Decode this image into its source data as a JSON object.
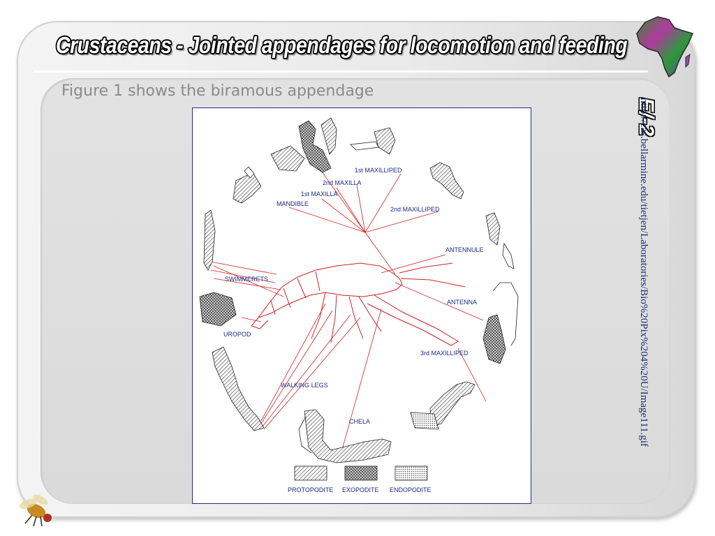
{
  "slide": {
    "title": "Crustaceans - Jointed appendages for locomotion and feeding",
    "subtitle": "Figure 1 shows the biramous appendage",
    "slide_number": "E/-2",
    "source_url": "http://cas.bellarmine.edu/tietjen/Laboratories/Bio%20Pix%204%20U/Image111.gif"
  },
  "figure": {
    "labels": {
      "first_maxilliped": "1st MAXILLIPED",
      "second_maxilla": "2nd MAXILLA",
      "first_maxilla": "1st MAXILLA",
      "mandible": "MANDIBLE",
      "second_maxilliped": "2nd MAXILLIPED",
      "antennule": "ANTENNULE",
      "swimmerets": "SWIMMERETS",
      "antenna": "ANTENNA",
      "uropod": "UROPOD",
      "third_maxilliped": "3rd MAXILLIPED",
      "walking_legs": "WALKING LEGS",
      "chela": "CHELA"
    },
    "legend": [
      "PROTOPODITE",
      "EXOPODITE",
      "ENDOPODITE"
    ],
    "colors": {
      "leader_lines": "#d42020",
      "labels": "#1c2a8a",
      "organism": "#cc2222"
    }
  },
  "icons": [
    "africa-logo-icon",
    "fruit-fly-icon"
  ]
}
